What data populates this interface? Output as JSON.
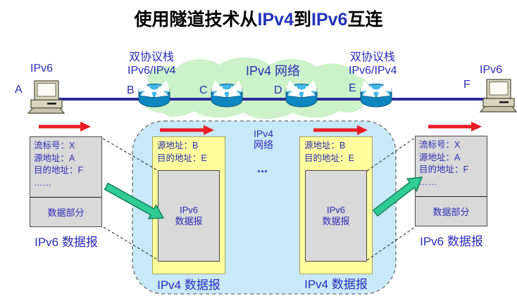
{
  "title": {
    "part1": "使用隧道技术从",
    "ipv4": "IPv4",
    "part2": "到",
    "ipv6": "IPv6",
    "part3": "互连"
  },
  "network": {
    "host_left": {
      "id": "A",
      "protocol": "IPv6"
    },
    "host_right": {
      "id": "F",
      "protocol": "IPv6"
    },
    "router_b": {
      "id": "B",
      "stack": "双协议栈",
      "stack_protocols": "IPv6/IPv4"
    },
    "router_c": {
      "id": "C"
    },
    "router_d": {
      "id": "D"
    },
    "router_e": {
      "id": "E",
      "stack": "双协议栈",
      "stack_protocols": "IPv6/IPv4"
    },
    "cloud_label": "IPv4 网络"
  },
  "tunnel": {
    "net_label_line1": "IPv4",
    "net_label_line2": "网络",
    "ellipsis": "...",
    "left_packet": {
      "src": "源地址：B",
      "dst": "目的地址：E",
      "payload_line1": "IPv6",
      "payload_line2": "数据报",
      "caption": "IPv4 数据报"
    },
    "right_packet": {
      "src": "源地址：B",
      "dst": "目的地址：E",
      "payload_line1": "IPv6",
      "payload_line2": "数据报",
      "caption": "IPv4 数据报"
    }
  },
  "ipv6_packet_left": {
    "flow": "流标号：X",
    "src": "源地址：A",
    "dst": "目的地址：F",
    "more": "……",
    "data": "数据部分",
    "caption": "IPv6 数据报"
  },
  "ipv6_packet_right": {
    "flow": "流标号：X",
    "src": "源地址：A",
    "dst": "目的地址：F",
    "more": "……",
    "data": "数据部分",
    "caption": "IPv6 数据报"
  },
  "colors": {
    "diagram_text": "#2B2BB5",
    "title_accent": "#2233BB",
    "red_arrow": "#EC1C24",
    "green_arrow": "#2FCC96",
    "cloud_green": "#CDF2CA",
    "tunnel_blue": "#C8E9FA",
    "packet_yellow": "#FFFF9E",
    "packet_gray": "#D9D9D9",
    "backbone_line": "#2B2B9B",
    "router_blue": "#0E86C0"
  }
}
